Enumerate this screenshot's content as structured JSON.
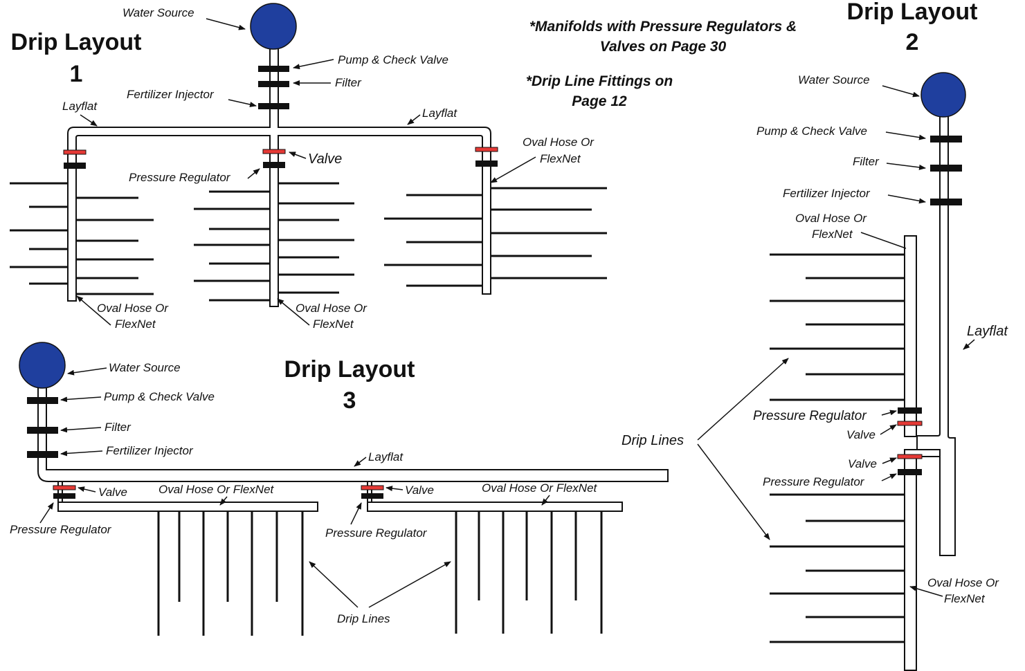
{
  "titles": {
    "layout1_line1": "Drip Layout",
    "layout1_line2": "1",
    "layout2_line1": "Drip Layout",
    "layout2_line2": "2",
    "layout3_line1": "Drip Layout",
    "layout3_line2": "3"
  },
  "notes": {
    "manifolds_line1": "*Manifolds with Pressure Regulators &",
    "manifolds_line2": "Valves on Page 30",
    "fittings_line1": "*Drip Line Fittings on",
    "fittings_line2": "Page 12"
  },
  "layout1": {
    "water_source": "Water Source",
    "pump": "Pump & Check Valve",
    "filter": "Filter",
    "injector": "Fertilizer Injector",
    "layflat_left": "Layflat",
    "layflat_right": "Layflat",
    "valve": "Valve",
    "pressure_regulator": "Pressure Regulator",
    "oval_hose_right_1": "Oval Hose Or",
    "oval_hose_right_2": "FlexNet",
    "oval_hose_left_1": "Oval Hose Or",
    "oval_hose_left_2": "FlexNet",
    "oval_hose_mid_1": "Oval Hose Or",
    "oval_hose_mid_2": "FlexNet"
  },
  "layout2": {
    "water_source": "Water Source",
    "pump": "Pump & Check Valve",
    "filter": "Filter",
    "injector": "Fertilizer Injector",
    "oval_hose_top_1": "Oval Hose Or",
    "oval_hose_top_2": "FlexNet",
    "layflat": "Layflat",
    "drip_lines": "Drip Lines",
    "pressure_regulator_top": "Pressure Regulator",
    "valve_top": "Valve",
    "valve_bottom": "Valve",
    "pressure_regulator_bottom": "Pressure Regulator",
    "oval_hose_bottom_1": "Oval Hose Or",
    "oval_hose_bottom_2": "FlexNet"
  },
  "layout3": {
    "water_source": "Water Source",
    "pump": "Pump & Check Valve",
    "filter": "Filter",
    "injector": "Fertilizer Injector",
    "layflat": "Layflat",
    "valve_left": "Valve",
    "valve_right": "Valve",
    "oval_hose_left": "Oval Hose Or FlexNet",
    "oval_hose_right": "Oval Hose Or FlexNet",
    "pressure_regulator_left": "Pressure Regulator",
    "pressure_regulator_right": "Pressure Regulator",
    "drip_lines": "Drip Lines"
  },
  "colors": {
    "water_source": "#1f3f9e",
    "valve": "#e53935",
    "fitting": "#111111"
  }
}
